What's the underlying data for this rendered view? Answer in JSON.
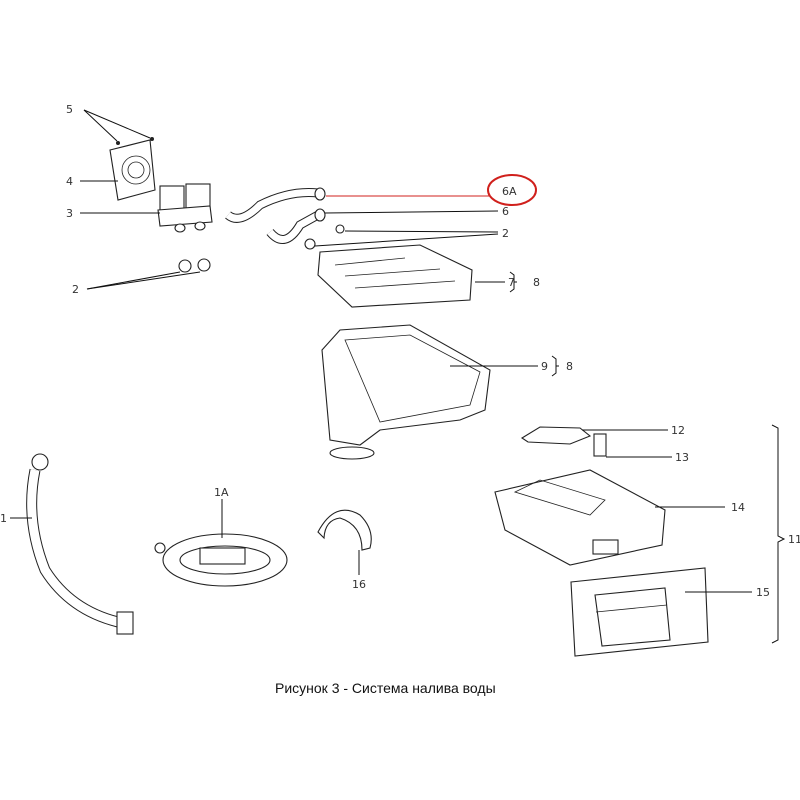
{
  "diagram": {
    "caption": "Рисунок 3 - Система налива воды",
    "highlight_color": "#d0201c",
    "labels": {
      "p5": "5",
      "p4": "4",
      "p3": "3",
      "p2a": "2",
      "p2b": "2",
      "p6a": "6A",
      "p6": "6",
      "p7": "7",
      "p8a": "8",
      "p9": "9",
      "p8b": "8",
      "p12": "12",
      "p13": "13",
      "p14": "14",
      "p11": "11",
      "p15": "15",
      "p16": "16",
      "p1": "1",
      "p1a": "1A"
    }
  }
}
